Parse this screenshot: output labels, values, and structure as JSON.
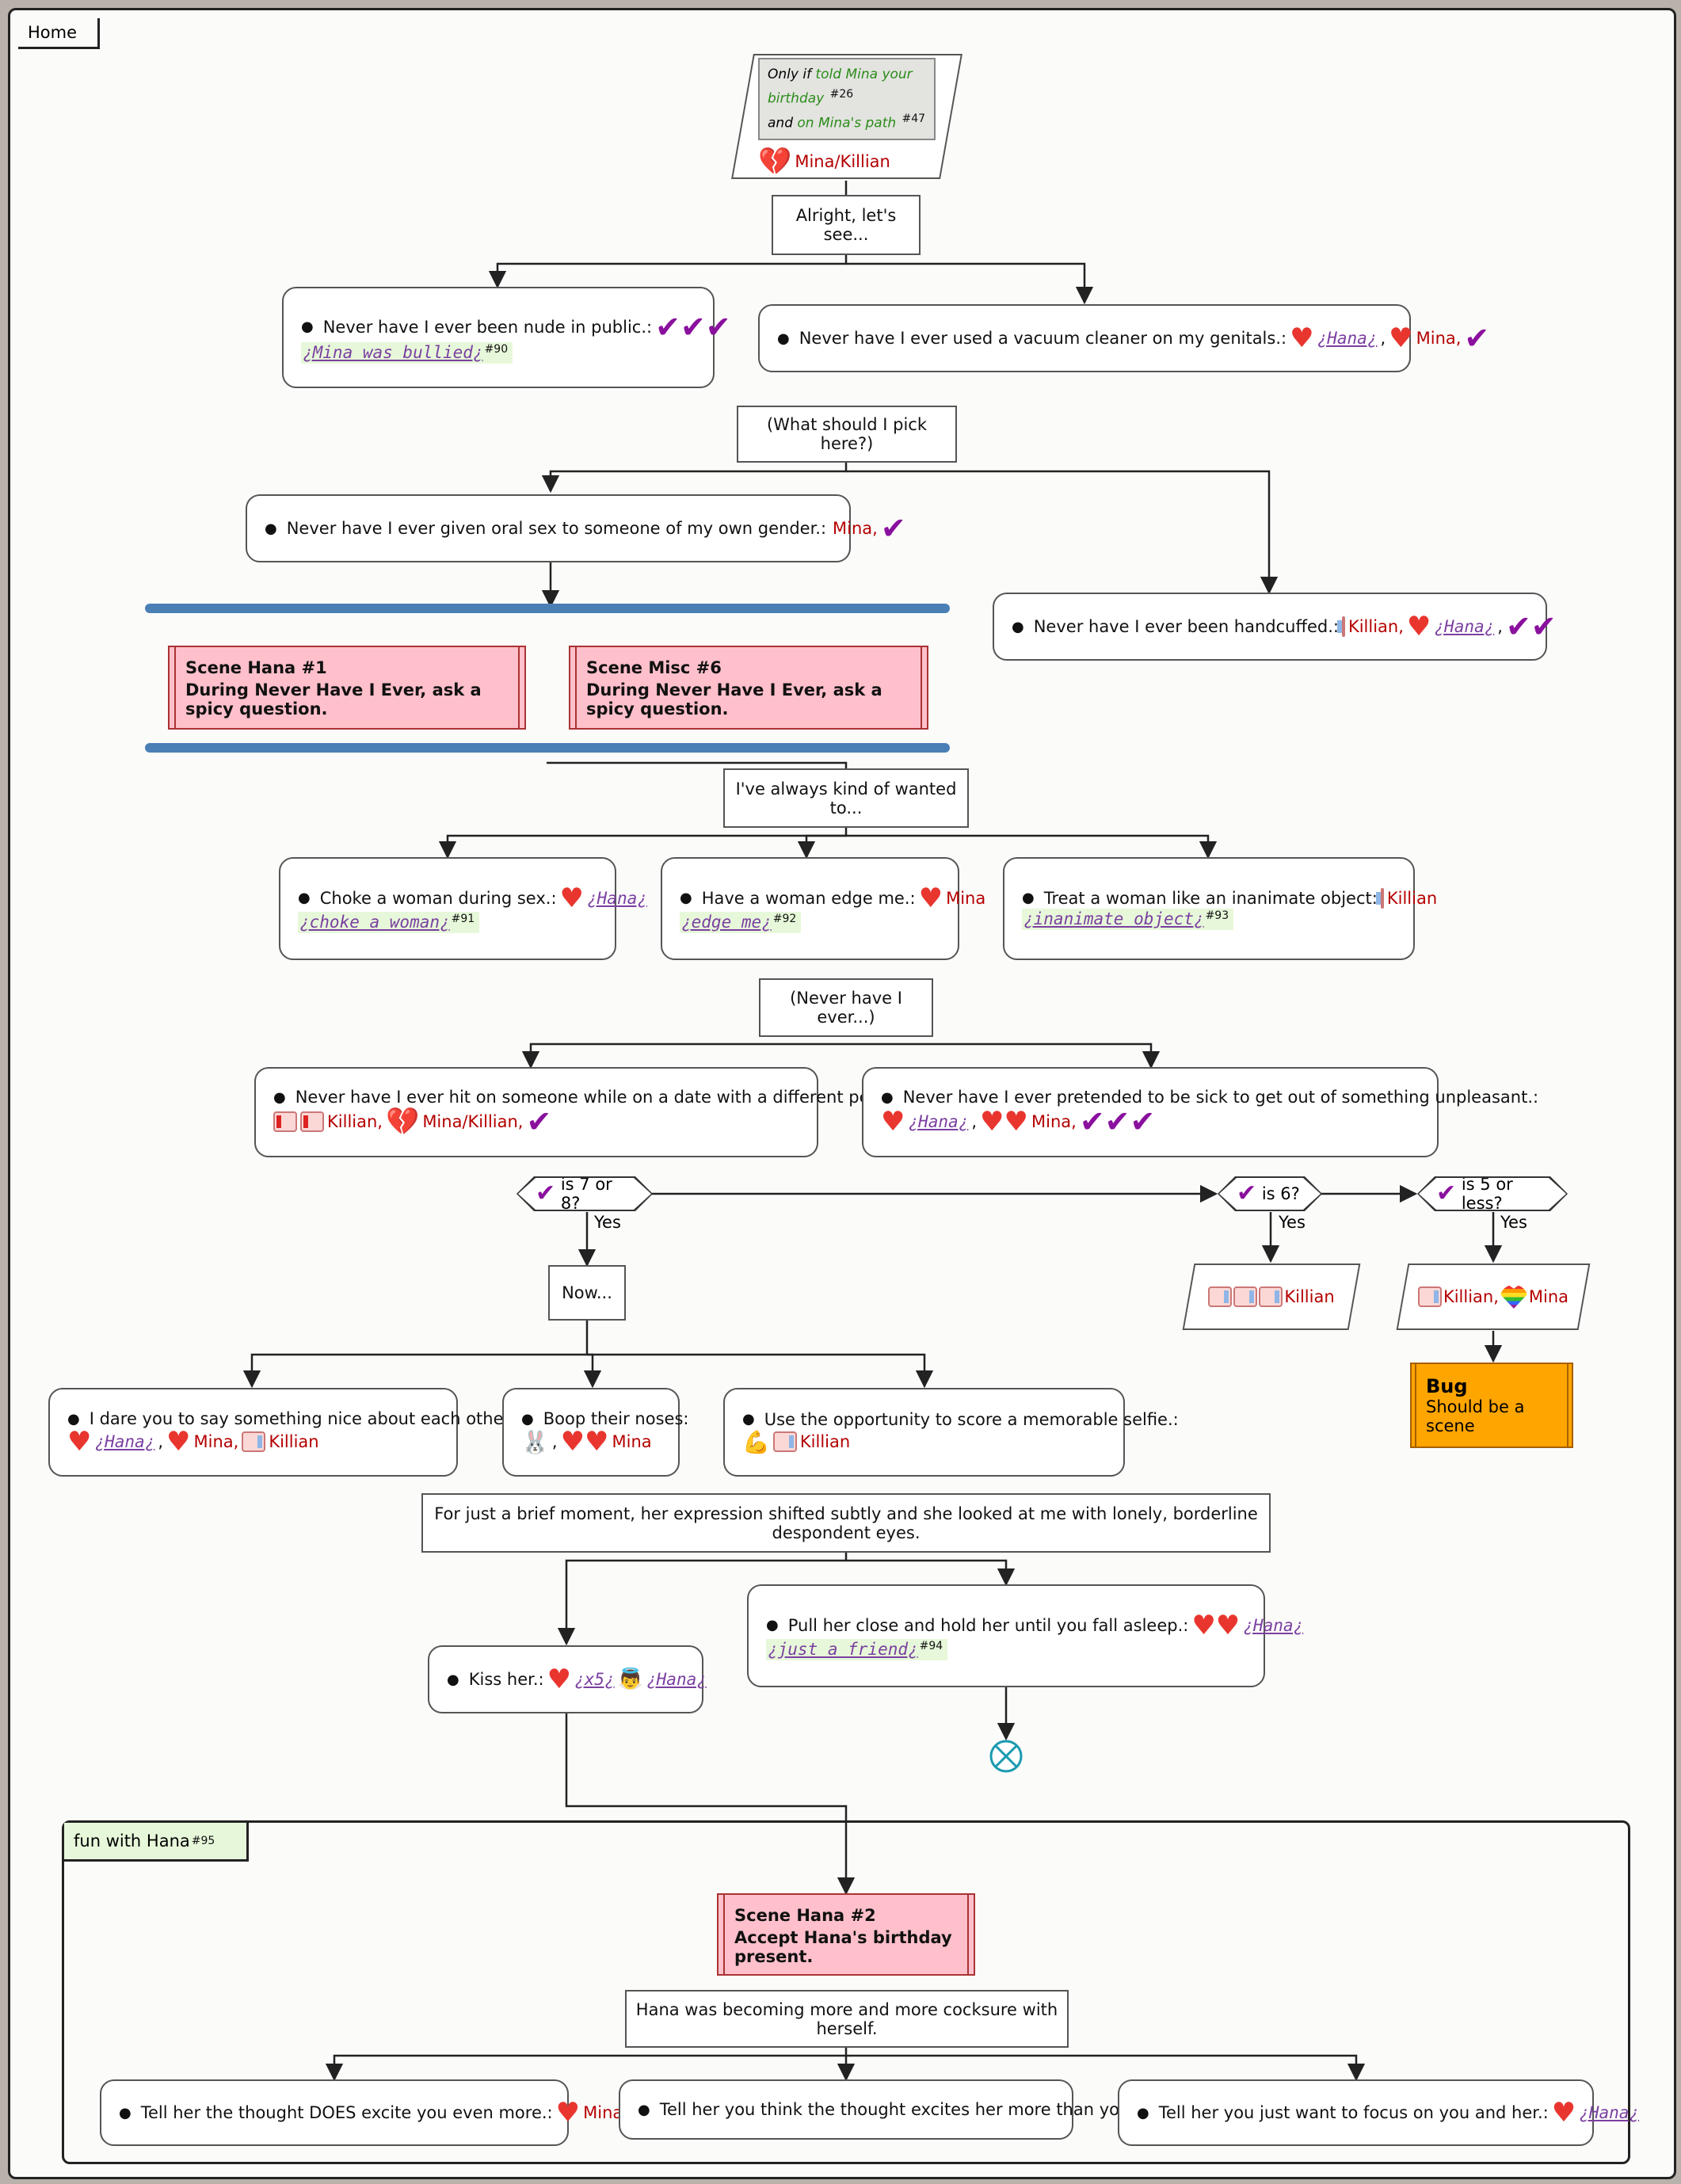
{
  "home_tab": "Home",
  "start_note": {
    "l1_pre": "Only if",
    "l1_cond": "told Mina your birthday",
    "l1_ref": "#26",
    "l2_pre": "and",
    "l2_cond": "on Mina's path",
    "l2_ref": "#47",
    "who": "Mina/Killian"
  },
  "n1": "Alright, let's see...",
  "c1a": {
    "text": "Never have I ever been nude in public.:",
    "tag": "¿Mina was bullied¿",
    "ref": "#90"
  },
  "c1b": {
    "text": "Never have I ever used a vacuum cleaner on my genitals.:",
    "tag": "¿Hana¿",
    "mina": "Mina,"
  },
  "n2": "(What should I pick here?)",
  "c2a": {
    "text": "Never have I ever given oral sex to someone of my own gender.:",
    "mina": "Mina,"
  },
  "c2b": {
    "text": "Never have I ever been handcuffed.:",
    "killian": "Killian,",
    "tag": "¿Hana¿"
  },
  "scene1": {
    "title": "Scene Hana #1",
    "desc": "During Never Have I Ever, ask a spicy question."
  },
  "scene2": {
    "title": "Scene Misc #6",
    "desc": "During Never Have I Ever, ask a spicy question."
  },
  "n3": "I've always kind of wanted to...",
  "c3a": {
    "text": "Choke a woman during sex.:",
    "tag1": "¿Hana¿",
    "tag2": "¿choke a woman¿",
    "ref": "#91"
  },
  "c3b": {
    "text": "Have a woman edge me.:",
    "mina": "Mina",
    "tag": "¿edge me¿",
    "ref": "#92"
  },
  "c3c": {
    "text": "Treat a woman like an inanimate object:",
    "killian": "Killian",
    "tag": "¿inanimate object¿",
    "ref": "#93"
  },
  "n4": "(Never have I ever...)",
  "c4a": {
    "text": "Never have I ever hit on someone while on a date with a different person.:",
    "killian": "Killian,",
    "mk": "Mina/Killian,"
  },
  "c4b": {
    "text": "Never have I ever pretended to be sick to get out of something unpleasant.:",
    "tag": "¿Hana¿",
    "mina": "Mina,"
  },
  "d1": "is 7 or 8?",
  "d2": "is 6?",
  "d3": "is 5 or less?",
  "yes": "Yes",
  "n5": "Now...",
  "p_killian": "Killian",
  "p2_killian": "Killian,",
  "p2_mina": "Mina",
  "bug": {
    "title": "Bug",
    "desc": "Should be a scene"
  },
  "c5a": {
    "text": "I dare you to say something nice about each other.:",
    "tag": "¿Hana¿",
    "mina": "Mina,",
    "killian": "Killian"
  },
  "c5b": {
    "text": "Boop their noses:",
    "mina": "Mina"
  },
  "c5c": {
    "text": "Use the opportunity to score a memorable selfie.:",
    "killian": "Killian"
  },
  "n6": "For just a brief moment, her expression shifted subtly and she looked at me with lonely, borderline despondent eyes.",
  "c6a": {
    "text": "Kiss her.:",
    "tag1": "¿x5¿",
    "tag2": "¿Hana¿"
  },
  "c6b": {
    "text": "Pull her close and hold her until you fall asleep.:",
    "tag": "¿Hana¿",
    "tag2": "¿just a friend¿",
    "ref": "#94"
  },
  "group": {
    "label": "fun with Hana",
    "ref": "#95"
  },
  "scene3": {
    "title": "Scene Hana #2",
    "desc": "Accept Hana's birthday present."
  },
  "n7": "Hana was becoming more and more cocksure with herself.",
  "c7a": {
    "text": "Tell her the thought DOES excite you even more.:",
    "mina": "Mina"
  },
  "c7b": {
    "text": "Tell her you think the thought excites her more than you."
  },
  "c7c": {
    "text": "Tell her you just want to focus on you and her.:",
    "tag": "¿Hana¿"
  },
  "colors": {
    "tick": "#8a109e",
    "heart": "#e8362f",
    "name": "#b50000",
    "scene": "#ffc0cb",
    "bug": "#ffa500",
    "bar": "#4a7fb6"
  },
  "icons": [
    "checkmark-icon",
    "heart-icon",
    "broken-heart-icon",
    "rainbow-heart-icon",
    "thumbs-up-icon",
    "thumbs-down-icon",
    "bunny-icon",
    "angel-icon",
    "flex-arm-icon",
    "end-node-icon"
  ]
}
